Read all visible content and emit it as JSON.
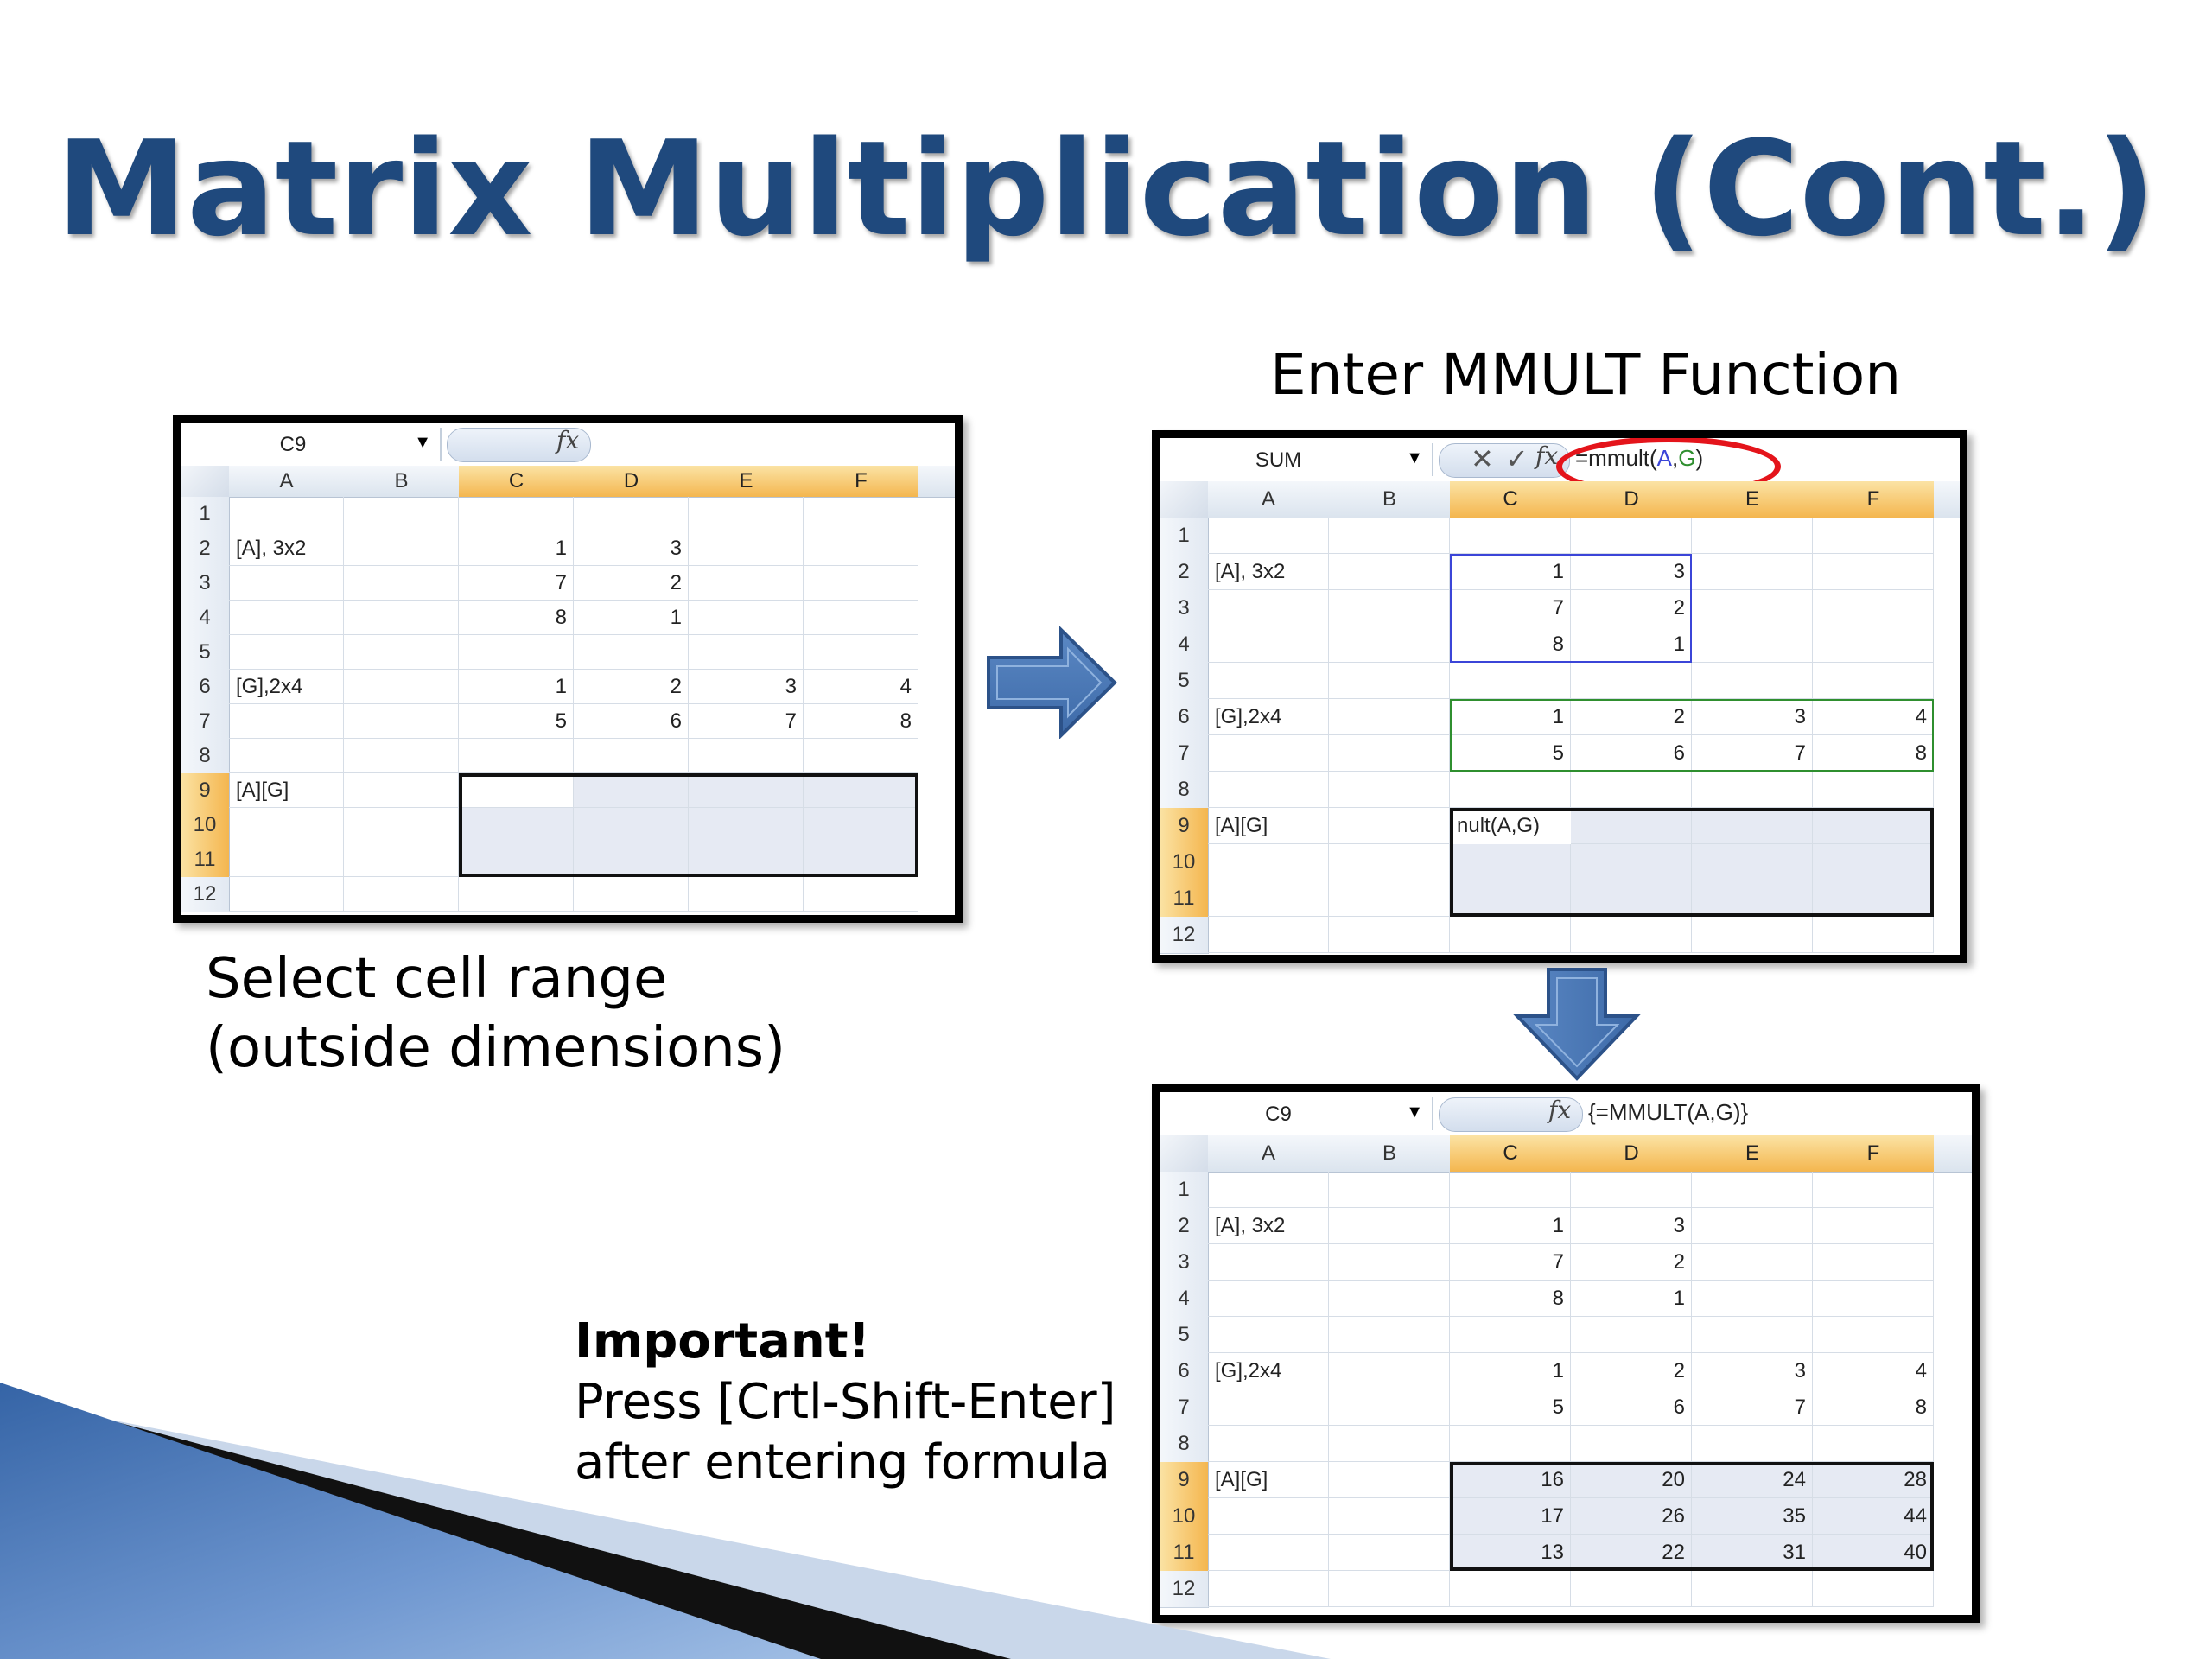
{
  "slide": {
    "title": "Matrix Multiplication (Cont.)",
    "subtitle": "Enter MMULT Function",
    "caption_lines": [
      "Select cell range",
      "(outside dimensions)"
    ],
    "important": {
      "heading": "Important!",
      "lines": [
        "Press [Crtl-Shift-Enter]",
        "after entering formula"
      ]
    }
  },
  "columns": [
    "A",
    "B",
    "C",
    "D",
    "E",
    "F"
  ],
  "rows": [
    "1",
    "2",
    "3",
    "4",
    "5",
    "6",
    "7",
    "8",
    "9",
    "10",
    "11",
    "12"
  ],
  "labels": {
    "r2": "[A], 3x2",
    "r6": "[G],2x4",
    "r9": "[A][G]"
  },
  "matrix_a": [
    [
      1,
      3
    ],
    [
      7,
      2
    ],
    [
      8,
      1
    ]
  ],
  "matrix_g": [
    [
      1,
      2,
      3,
      4
    ],
    [
      5,
      6,
      7,
      8
    ]
  ],
  "result": [
    [
      16,
      20,
      24,
      28
    ],
    [
      17,
      26,
      35,
      44
    ],
    [
      13,
      22,
      31,
      40
    ]
  ],
  "sheet1": {
    "name_box": "C9",
    "fx": "fx",
    "formula": ""
  },
  "sheet2": {
    "name_box": "SUM",
    "fx": "fx",
    "cancel": "✕",
    "enter": "✓",
    "formula_prefix": "=mmult(",
    "formula_a": "A",
    "formula_sep": ",",
    "formula_g": "G",
    "formula_suffix": ")",
    "in_cell": "nult(A,G)"
  },
  "sheet3": {
    "name_box": "C9",
    "fx": "fx",
    "formula": "{=MMULT(A,G)}"
  },
  "colors": {
    "title": "#1f497d",
    "arrow": "#4a78b5",
    "ref_a": "#3b45d8",
    "ref_g": "#2f8f2f",
    "oval": "#e4141b"
  }
}
